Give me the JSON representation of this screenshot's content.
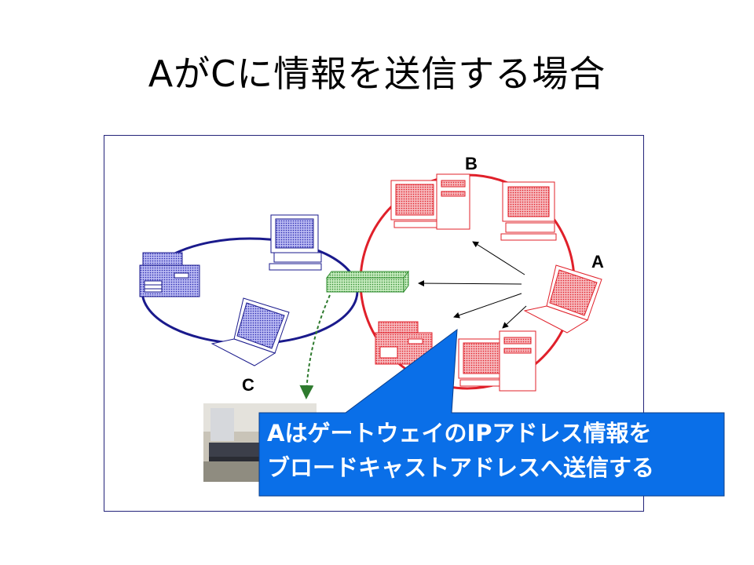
{
  "slide": {
    "title": "AがCに情報を送信する場合"
  },
  "labels": {
    "a": "A",
    "b": "B",
    "c": "C"
  },
  "callout": {
    "line1": "AはゲートウェイのIPアドレス情報を",
    "line2": "ブロードキャストアドレスへ送信する"
  },
  "colors": {
    "left_network": "#1a1a8c",
    "right_network": "#e0202a",
    "hub": "#2e8b2e",
    "callout_fill": "#0a6fe8",
    "frame_border": "#23237a"
  },
  "icons": {
    "printer_left": "printer-icon",
    "desktop_left": "desktop-computer-icon",
    "laptop_left": "laptop-icon",
    "hub_center": "network-hub-icon",
    "router_photo": "router-photo"
  }
}
